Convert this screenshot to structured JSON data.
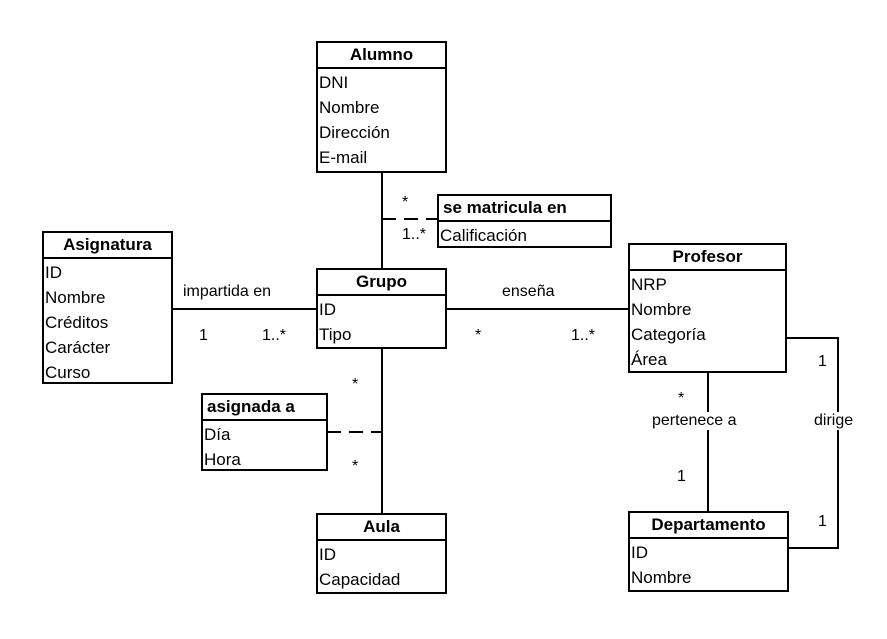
{
  "classes": {
    "alumno": {
      "name": "Alumno",
      "attributes": [
        "DNI",
        "Nombre",
        "Dirección",
        "E-mail"
      ]
    },
    "asignatura": {
      "name": "Asignatura",
      "attributes": [
        "ID",
        "Nombre",
        "Créditos",
        "Carácter",
        "Curso"
      ]
    },
    "grupo": {
      "name": "Grupo",
      "attributes": [
        "ID",
        "Tipo"
      ]
    },
    "profesor": {
      "name": "Profesor",
      "attributes": [
        "NRP",
        "Nombre",
        "Categoría",
        "Área"
      ]
    },
    "aula": {
      "name": "Aula",
      "attributes": [
        "ID",
        "Capacidad"
      ]
    },
    "departamento": {
      "name": "Departamento",
      "attributes": [
        "ID",
        "Nombre"
      ]
    }
  },
  "association_classes": {
    "matricula": {
      "name": "se matricula en",
      "attributes": [
        "Calificación"
      ]
    },
    "asignada": {
      "name": "asignada a",
      "attributes": [
        "Día",
        "Hora"
      ]
    }
  },
  "associations": {
    "impartida": {
      "label": "impartida en",
      "mult_left": "1",
      "mult_right": "1..*"
    },
    "ensena": {
      "label": "enseña",
      "mult_left": "*",
      "mult_right": "1..*"
    },
    "matricula": {
      "mult_top": "*",
      "mult_bottom": "1..*"
    },
    "asignada": {
      "mult_top": "*",
      "mult_bottom": "*"
    },
    "pertenece": {
      "label": "pertenece a",
      "mult_top": "*",
      "mult_bottom": "1"
    },
    "dirige": {
      "label": "dirige",
      "mult_top": "1",
      "mult_bottom": "1"
    }
  }
}
